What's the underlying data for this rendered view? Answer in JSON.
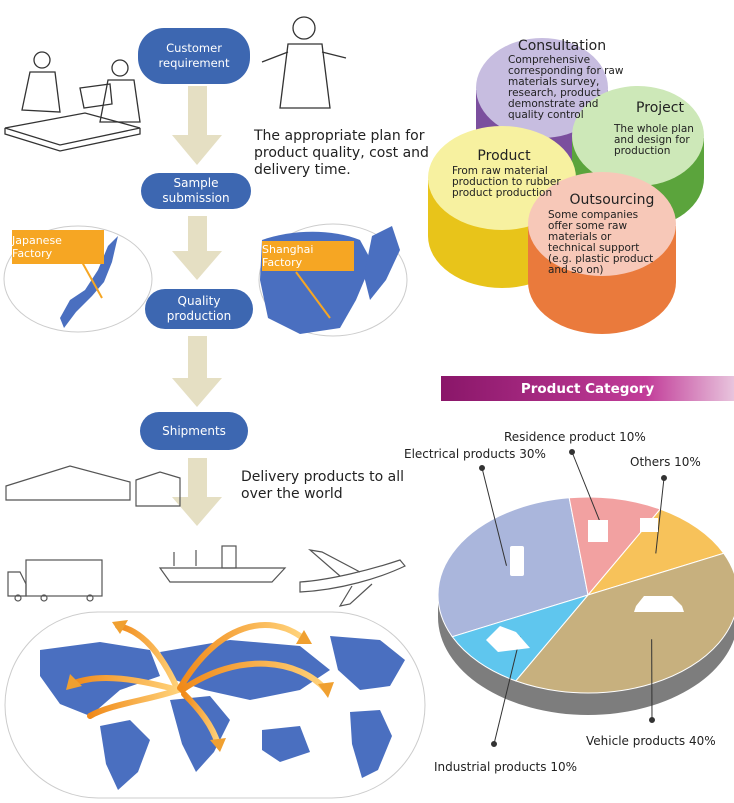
{
  "flow": {
    "step1": "Customer requirement",
    "step2": "Sample submission",
    "step3": "Quality production",
    "step4": "Shipments",
    "note1": "The appropriate plan for product quality, cost and delivery time.",
    "note2": "Delivery products to all over the world",
    "japan_label": "Japanese Factory",
    "shanghai_label": "Shanghai Factory"
  },
  "services": {
    "consultation": {
      "title": "Consultation",
      "text": "Comprehensive corresponding for raw materials survey, research, product demonstrate and quality control"
    },
    "project": {
      "title": "Project",
      "text": "The whole plan and design for production"
    },
    "product": {
      "title": "Product",
      "text": "From raw material production to rubber product production"
    },
    "outsourcing": {
      "title": "Outsourcing",
      "text": "Some companies offer some raw materials or technical support (e.g. plastic product and so on)"
    }
  },
  "category": {
    "title": "Product Category"
  },
  "chart_data": {
    "type": "pie",
    "slices": [
      {
        "name": "Electrical products",
        "value": 30,
        "label": "Electrical products  30%",
        "color": "#aab6dc"
      },
      {
        "name": "Residence product",
        "value": 10,
        "label": "Residence product  10%",
        "color": "#f2a1a1"
      },
      {
        "name": "Others",
        "value": 10,
        "label": "Others  10%",
        "color": "#f7c25a"
      },
      {
        "name": "Vehicle products",
        "value": 40,
        "label": "Vehicle products  40%",
        "color": "#c7b07e"
      },
      {
        "name": "Industrial products",
        "value": 10,
        "label": "Industrial products 10%",
        "color": "#5fc6ee"
      }
    ]
  },
  "colors": {
    "pill": "#3d67b1",
    "arrow": "#e5dfc3",
    "callout": "#f6a623",
    "map": "#4a6fc0",
    "flight": "#f0a030"
  }
}
